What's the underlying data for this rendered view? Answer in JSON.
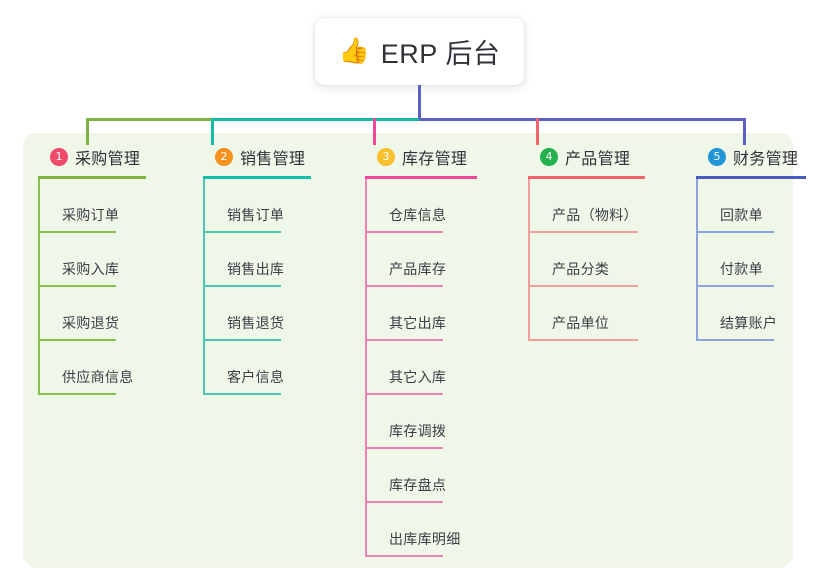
{
  "root": {
    "icon": "thumbs-up-icon",
    "icon_glyph": "👍",
    "title": "ERP 后台"
  },
  "palette": {
    "panel_background": "#eef7e8",
    "page_background": "#ffffff",
    "text_dark": "#2f3237",
    "text_leaf": "#3b3f45",
    "root_stem": "#5b5fc7"
  },
  "connector": {
    "segments": [
      {
        "name": "segment-green",
        "color": "#7cb342"
      },
      {
        "name": "segment-teal",
        "color": "#16bda6"
      },
      {
        "name": "segment-indigo",
        "color": "#5b5fc7"
      }
    ],
    "drops": [
      {
        "name": "drop-purchase",
        "color": "#7cb342"
      },
      {
        "name": "drop-sales",
        "color": "#16bda6"
      },
      {
        "name": "drop-inventory",
        "color": "#ec4899"
      },
      {
        "name": "drop-product",
        "color": "#f2656a"
      },
      {
        "name": "drop-finance",
        "color": "#5b5fc7"
      }
    ]
  },
  "columns": [
    {
      "index": "1",
      "key": "purchase",
      "title": "采购管理",
      "badge_color": "#f0496a",
      "rule_color": "#7cb342",
      "line_color": "#8cc152",
      "items": [
        {
          "label": "采购订单"
        },
        {
          "label": "采购入库"
        },
        {
          "label": "采购退货"
        },
        {
          "label": "供应商信息"
        }
      ]
    },
    {
      "index": "2",
      "key": "sales",
      "title": "销售管理",
      "badge_color": "#f6921e",
      "rule_color": "#16bda6",
      "line_color": "#4cc5b4",
      "items": [
        {
          "label": "销售订单"
        },
        {
          "label": "销售出库"
        },
        {
          "label": "销售退货"
        },
        {
          "label": "客户信息"
        }
      ]
    },
    {
      "index": "3",
      "key": "inventory",
      "title": "库存管理",
      "badge_color": "#fbc02d",
      "rule_color": "#ec4899",
      "line_color": "#ef7fb4",
      "items": [
        {
          "label": "仓库信息"
        },
        {
          "label": "产品库存"
        },
        {
          "label": "其它出库"
        },
        {
          "label": "其它入库"
        },
        {
          "label": "库存调拨"
        },
        {
          "label": "库存盘点"
        },
        {
          "label": "出库库明细"
        }
      ]
    },
    {
      "index": "4",
      "key": "product",
      "title": "产品管理",
      "badge_color": "#22b14c",
      "rule_color": "#f2656a",
      "line_color": "#f39d9d",
      "items": [
        {
          "label": "产品（物料）"
        },
        {
          "label": "产品分类"
        },
        {
          "label": "产品单位"
        }
      ]
    },
    {
      "index": "5",
      "key": "finance",
      "title": "财务管理",
      "badge_color": "#2196d6",
      "rule_color": "#4a5bbf",
      "line_color": "#8fa4dd",
      "items": [
        {
          "label": "回款单"
        },
        {
          "label": "付款单"
        },
        {
          "label": "结算账户"
        }
      ]
    }
  ]
}
